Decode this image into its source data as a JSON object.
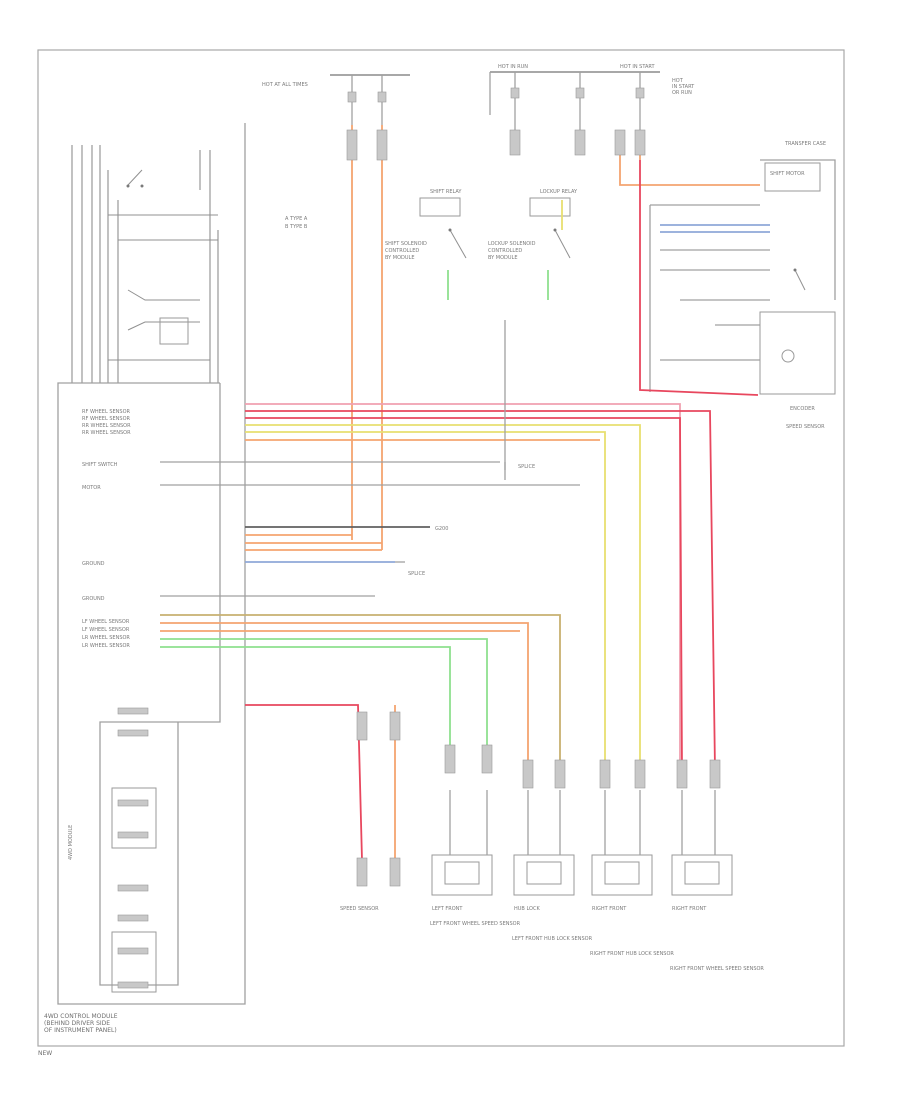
{
  "colors": {
    "frame": "#a8a8a8",
    "gray_wire": "#a0a0a0",
    "orange_wire": "#f4a470",
    "red_wire": "#e8475e",
    "pink_wire": "#f0a0b0",
    "yellow_wire": "#e8df70",
    "green_wire": "#8fe08f",
    "tan_wire": "#c8b070",
    "blue_wire": "#8fa8d8",
    "dark_wire": "#606060"
  },
  "labels": {
    "footer_note": "NEW",
    "module_lines": [
      "4WD CONTROL MODULE",
      "(BEHIND DRIVER SIDE",
      "OF INSTRUMENT PANEL)"
    ],
    "panel_side_label": "4WD MODULE",
    "relay_left_title": "RELAY",
    "relay_left_title_2": "RELAY",
    "fuse_top_left": "HOT AT ALL TIMES",
    "fuse_top_mid": "HOT IN RUN",
    "fuse_top_right": "HOT IN START",
    "legend_a": "A  TYPE A",
    "legend_b": "B  TYPE B",
    "shift_relay_label": "SHIFT RELAY",
    "lockup_relay_label": "LOCKUP RELAY",
    "transfer_case_label": "TRANSFER CASE",
    "tc_motor_label": "SHIFT MOTOR",
    "encoder_label": "ENCODER",
    "speed_sensor_label": "SPEED SENSOR",
    "ground_label": "G200",
    "hub_lock_label": "HUB LOCK",
    "left_front_label": "LEFT FRONT",
    "right_front_label": "RIGHT FRONT",
    "sensor_caption_a": "LEFT FRONT WHEEL SPEED SENSOR",
    "sensor_caption_b": "LEFT FRONT HUB LOCK SENSOR",
    "sensor_caption_c": "RIGHT FRONT HUB LOCK SENSOR",
    "sensor_caption_d": "RIGHT FRONT WHEEL SPEED SENSOR"
  }
}
